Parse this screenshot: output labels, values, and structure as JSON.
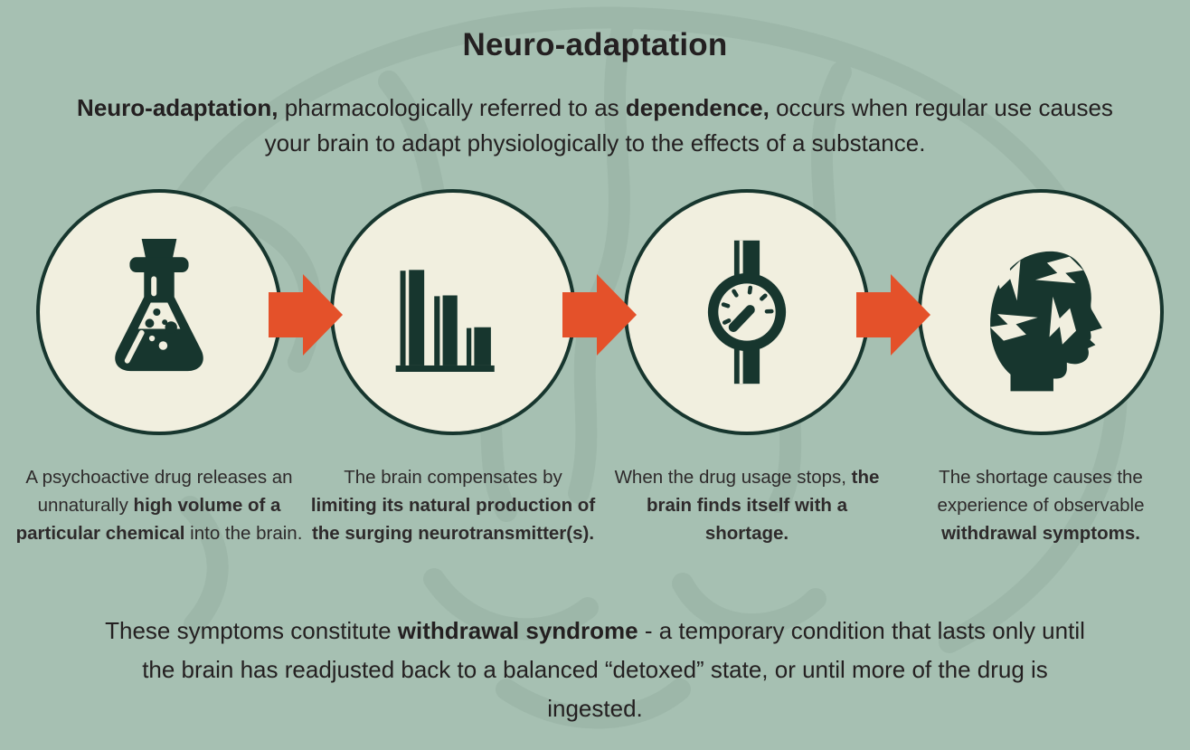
{
  "colors": {
    "background": "#a6c0b2",
    "watermark": "#97b1a3",
    "circle_fill": "#f1efdf",
    "dark_teal": "#17362e",
    "arrow_orange": "#e4512a",
    "text": "#242021"
  },
  "title": "Neuro-adaptation",
  "intro_segments": [
    {
      "text": "Neuro-adaptation,",
      "bold": true
    },
    {
      "text": " pharmacologically referred to as ",
      "bold": false
    },
    {
      "text": "dependence,",
      "bold": true
    },
    {
      "text": " occurs when regular use causes your brain to adapt physiologically to the effects of a substance.",
      "bold": false
    }
  ],
  "steps": [
    {
      "icon": "flask-icon",
      "caption_segments": [
        {
          "text": "A psychoactive drug releases an unnaturally ",
          "bold": false
        },
        {
          "text": "high volume of a particular chemical",
          "bold": true
        },
        {
          "text": " into the brain.",
          "bold": false
        }
      ]
    },
    {
      "icon": "bar-chart-icon",
      "caption_segments": [
        {
          "text": "The brain compensates by ",
          "bold": false
        },
        {
          "text": "limiting its natural production of the surging neurotransmitter(s).",
          "bold": true
        }
      ]
    },
    {
      "icon": "watch-gauge-icon",
      "caption_segments": [
        {
          "text": "When the drug usage stops, ",
          "bold": false
        },
        {
          "text": "the brain finds itself with a shortage.",
          "bold": true
        }
      ]
    },
    {
      "icon": "head-withdrawal-icon",
      "caption_segments": [
        {
          "text": "The shortage causes the experience of observable ",
          "bold": false
        },
        {
          "text": "withdrawal symptoms.",
          "bold": true
        }
      ]
    }
  ],
  "footer_segments": [
    {
      "text": "These symptoms constitute ",
      "bold": false
    },
    {
      "text": "withdrawal syndrome",
      "bold": true
    },
    {
      "text": " - a temporary condition that lasts only until the brain has readjusted back to a balanced “detoxed” state, or until more of the drug is ingested.",
      "bold": false
    }
  ]
}
